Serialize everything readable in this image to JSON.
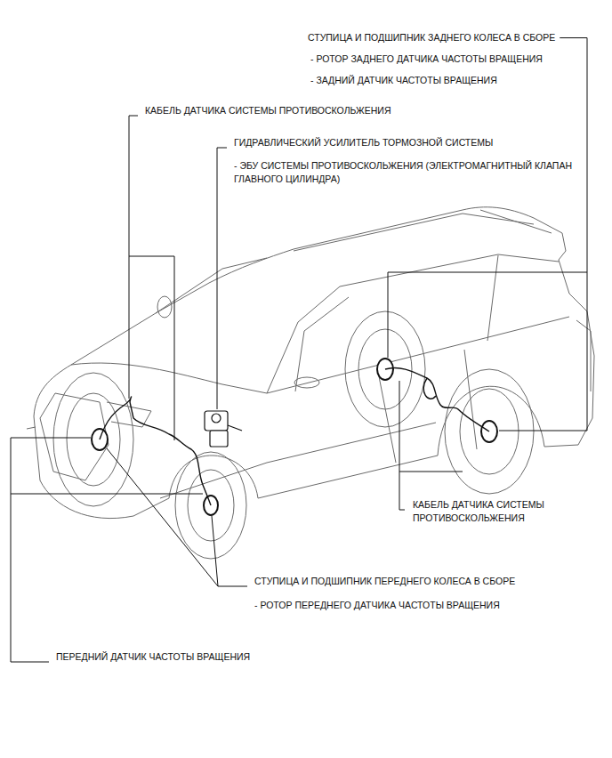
{
  "diagram": {
    "labels": [
      "СТУПИЦА И ПОДШИПНИК ЗАДНЕГО КОЛЕСА В СБОРЕ",
      "- РОТОР ЗАДНЕГО ДАТЧИКА ЧАСТОТЫ ВРАЩЕНИЯ",
      "- ЗАДНИЙ ДАТЧИК ЧАСТОТЫ ВРАЩЕНИЯ",
      "КАБЕЛЬ ДАТЧИКА СИСТЕМЫ ПРОТИВОСКОЛЬЖЕНИЯ",
      "ГИДРАВЛИЧЕСКИЙ УСИЛИТЕЛЬ ТОРМОЗНОЙ СИСТЕМЫ",
      "- ЭБУ СИСТЕМЫ ПРОТИВОСКОЛЬЖЕНИЯ (ЭЛЕКТРОМАГНИТНЫЙ КЛАПАН ГЛАВНОГО ЦИЛИНДРА)",
      "КАБЕЛЬ ДАТЧИКА СИСТЕМЫ ПРОТИВОСКОЛЬЖЕНИЯ",
      "СТУПИЦА И ПОДШИПНИК ПЕРЕДНЕГО КОЛЕСА В СБОРЕ",
      "- РОТОР ПЕРЕДНЕГО ДАТЧИКА ЧАСТОТЫ ВРАЩЕНИЯ",
      "ПЕРЕДНИЙ ДАТЧИК ЧАСТОТЫ ВРАЩЕНИЯ"
    ]
  }
}
